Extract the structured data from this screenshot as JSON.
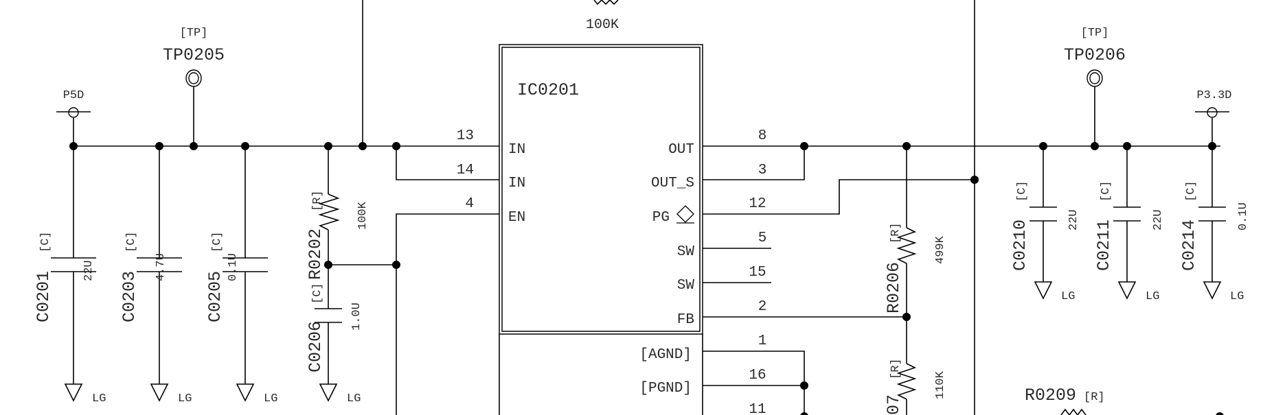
{
  "schematic": {
    "ic": {
      "ref": "IC0201",
      "left_pins": [
        {
          "num": "13",
          "name": "IN"
        },
        {
          "num": "14",
          "name": "IN"
        },
        {
          "num": "4",
          "name": "EN"
        }
      ],
      "right_pins": [
        {
          "num": "8",
          "name": "OUT"
        },
        {
          "num": "3",
          "name": "OUT_S"
        },
        {
          "num": "12",
          "name": "PG"
        },
        {
          "num": "5",
          "name": "SW"
        },
        {
          "num": "15",
          "name": "SW"
        },
        {
          "num": "2",
          "name": "FB"
        }
      ],
      "ground_pins": [
        {
          "num": "1",
          "name": "[AGND]"
        },
        {
          "num": "16",
          "name": "[PGND]"
        },
        {
          "num": "11",
          "name": ""
        }
      ]
    },
    "top_resistor_value": "100K",
    "power_left": "P5D",
    "power_right": "P3.3D",
    "testpoints": [
      {
        "ref": "TP0205",
        "type": "[TP]"
      },
      {
        "ref": "TP0206",
        "type": "[TP]"
      }
    ],
    "capacitors": [
      {
        "ref": "C0201",
        "type": "[C]",
        "value": "22U",
        "gnd": "LG"
      },
      {
        "ref": "C0203",
        "type": "[C]",
        "value": "4.7U",
        "gnd": "LG"
      },
      {
        "ref": "C0205",
        "type": "[C]",
        "value": "0.1U",
        "gnd": "LG"
      },
      {
        "ref": "C0206",
        "type": "[C]",
        "value": "1.0U",
        "gnd": "LG"
      },
      {
        "ref": "C0210",
        "type": "[C]",
        "value": "22U",
        "gnd": "LG"
      },
      {
        "ref": "C0211",
        "type": "[C]",
        "value": "22U",
        "gnd": "LG"
      },
      {
        "ref": "C0214",
        "type": "[C]",
        "value": "0.1U",
        "gnd": "LG"
      }
    ],
    "resistors": [
      {
        "ref": "R0202",
        "type": "[R]",
        "value": "100K"
      },
      {
        "ref": "R0206",
        "type": "[R]",
        "value": "499K"
      },
      {
        "ref": "07",
        "type": "[R]",
        "value": "110K"
      },
      {
        "ref": "R0209",
        "type": "[R]",
        "value": ""
      }
    ]
  }
}
